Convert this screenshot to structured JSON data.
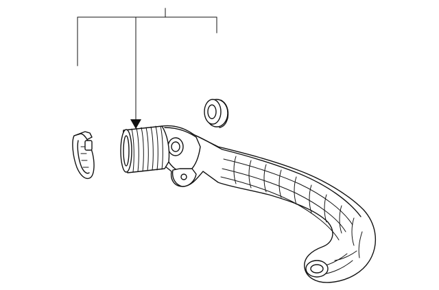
{
  "diagram": {
    "type": "parts-illustration",
    "colors": {
      "background": "#ffffff",
      "line": "#111111"
    },
    "parts": [
      {
        "id": "clamp",
        "icon": "hose-clamp-icon"
      },
      {
        "id": "duct",
        "icon": "air-intake-duct-icon"
      },
      {
        "id": "grommet",
        "icon": "grommet-icon"
      }
    ],
    "callout": {
      "leaders": 3,
      "arrow_target": "duct"
    }
  }
}
